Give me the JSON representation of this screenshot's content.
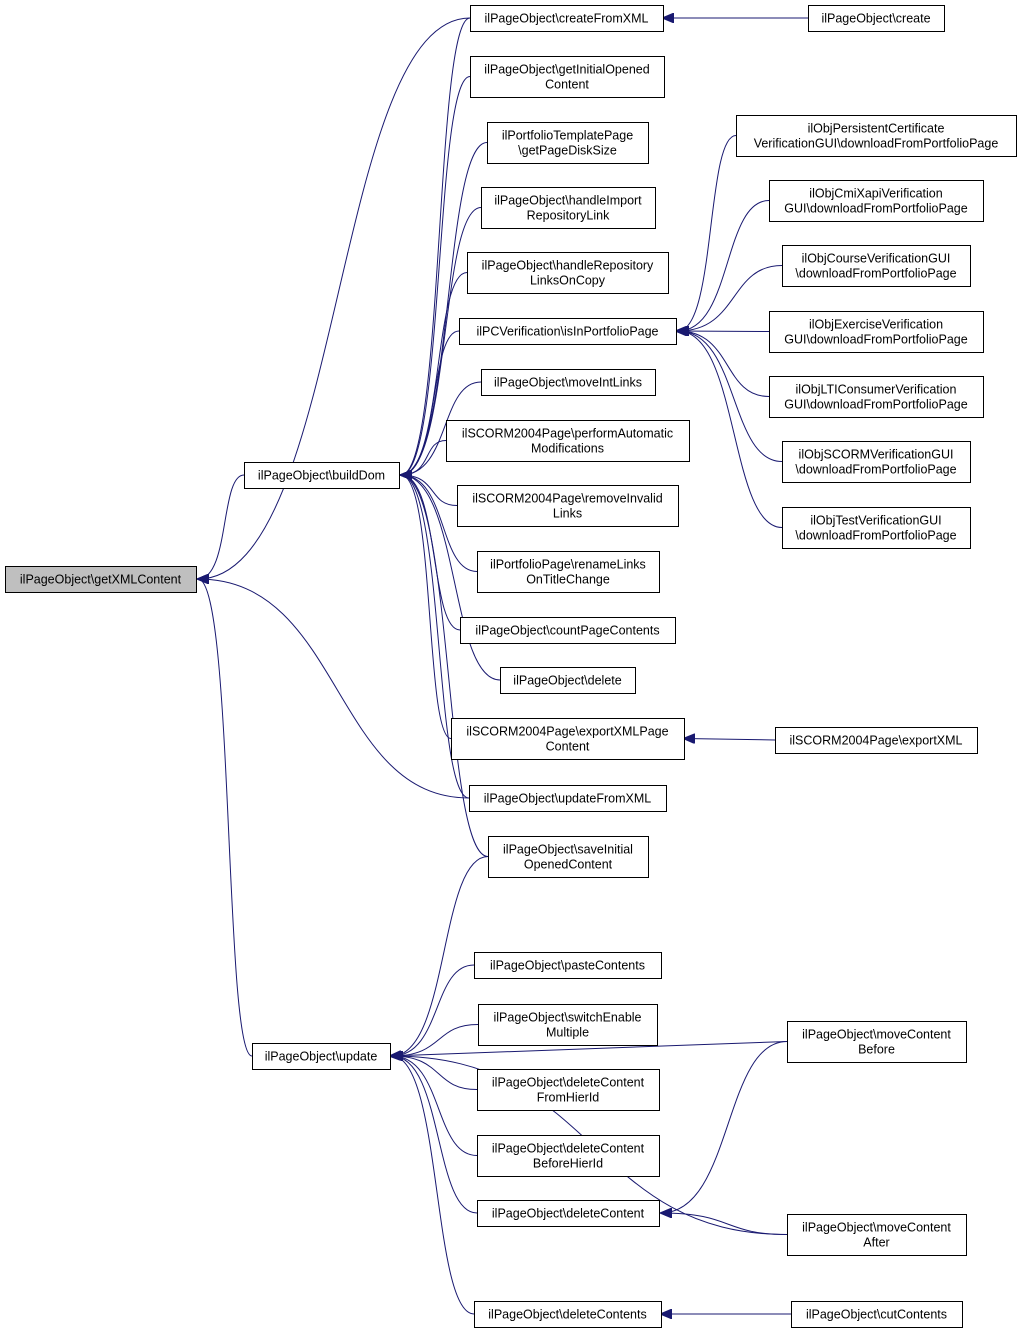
{
  "colors": {
    "edge": "#191970",
    "root_fill": "#bfbfbf",
    "node_fill": "#ffffff",
    "node_border": "#000000"
  },
  "nodes": {
    "n_getXML": [
      "ilPageObject\\getXMLContent"
    ],
    "n_buildDom": [
      "ilPageObject\\buildDom"
    ],
    "n_update": [
      "ilPageObject\\update"
    ],
    "n_createFromXML": [
      "ilPageObject\\createFromXML"
    ],
    "n_create": [
      "ilPageObject\\create"
    ],
    "n_getInitial": [
      "ilPageObject\\getInitialOpened",
      "Content"
    ],
    "n_portfolioTpl": [
      "ilPortfolioTemplatePage",
      "\\getPageDiskSize"
    ],
    "n_handleImport": [
      "ilPageObject\\handleImport",
      "RepositoryLink"
    ],
    "n_handleRepo": [
      "ilPageObject\\handleRepository",
      "LinksOnCopy"
    ],
    "n_isInPortfolio": [
      "ilPCVerification\\isInPortfolioPage"
    ],
    "n_persistentCert": [
      "ilObjPersistentCertificate",
      "VerificationGUI\\downloadFromPortfolioPage"
    ],
    "n_cmiXapi": [
      "ilObjCmiXapiVerification",
      "GUI\\downloadFromPortfolioPage"
    ],
    "n_courseVer": [
      "ilObjCourseVerificationGUI",
      "\\downloadFromPortfolioPage"
    ],
    "n_exerciseVer": [
      "ilObjExerciseVerification",
      "GUI\\downloadFromPortfolioPage"
    ],
    "n_ltiVer": [
      "ilObjLTIConsumerVerification",
      "GUI\\downloadFromPortfolioPage"
    ],
    "n_scormVer": [
      "ilObjSCORMVerificationGUI",
      "\\downloadFromPortfolioPage"
    ],
    "n_testVer": [
      "ilObjTestVerificationGUI",
      "\\downloadFromPortfolioPage"
    ],
    "n_moveIntLinks": [
      "ilPageObject\\moveIntLinks"
    ],
    "n_performAuto": [
      "ilSCORM2004Page\\performAutomatic",
      "Modifications"
    ],
    "n_removeInvalid": [
      "ilSCORM2004Page\\removeInvalid",
      "Links"
    ],
    "n_renameLinks": [
      "ilPortfolioPage\\renameLinks",
      "OnTitleChange"
    ],
    "n_countPage": [
      "ilPageObject\\countPageContents"
    ],
    "n_delete": [
      "ilPageObject\\delete"
    ],
    "n_exportXMLPage": [
      "ilSCORM2004Page\\exportXMLPage",
      "Content"
    ],
    "n_exportXML": [
      "ilSCORM2004Page\\exportXML"
    ],
    "n_updateFromXML": [
      "ilPageObject\\updateFromXML"
    ],
    "n_saveInitial": [
      "ilPageObject\\saveInitial",
      "OpenedContent"
    ],
    "n_pasteContents": [
      "ilPageObject\\pasteContents"
    ],
    "n_switchEnable": [
      "ilPageObject\\switchEnable",
      "Multiple"
    ],
    "n_delFromHier": [
      "ilPageObject\\deleteContent",
      "FromHierId"
    ],
    "n_delBeforeHier": [
      "ilPageObject\\deleteContent",
      "BeforeHierId"
    ],
    "n_deleteContent": [
      "ilPageObject\\deleteContent"
    ],
    "n_deleteContents": [
      "ilPageObject\\deleteContents"
    ],
    "n_moveBefore": [
      "ilPageObject\\moveContent",
      "Before"
    ],
    "n_moveAfter": [
      "ilPageObject\\moveContent",
      "After"
    ],
    "n_cutContents": [
      "ilPageObject\\cutContents"
    ]
  },
  "edges": [
    [
      "n_buildDom",
      "n_getXML"
    ],
    [
      "n_createFromXML",
      "n_getXML"
    ],
    [
      "n_update",
      "n_getXML"
    ],
    [
      "n_updateFromXML",
      "n_getXML"
    ],
    [
      "n_create",
      "n_createFromXML"
    ],
    [
      "n_createFromXML",
      "n_buildDom"
    ],
    [
      "n_getInitial",
      "n_buildDom"
    ],
    [
      "n_portfolioTpl",
      "n_buildDom"
    ],
    [
      "n_handleImport",
      "n_buildDom"
    ],
    [
      "n_handleRepo",
      "n_buildDom"
    ],
    [
      "n_isInPortfolio",
      "n_buildDom"
    ],
    [
      "n_moveIntLinks",
      "n_buildDom"
    ],
    [
      "n_performAuto",
      "n_buildDom"
    ],
    [
      "n_removeInvalid",
      "n_buildDom"
    ],
    [
      "n_renameLinks",
      "n_buildDom"
    ],
    [
      "n_countPage",
      "n_buildDom"
    ],
    [
      "n_delete",
      "n_buildDom"
    ],
    [
      "n_exportXMLPage",
      "n_buildDom"
    ],
    [
      "n_updateFromXML",
      "n_buildDom"
    ],
    [
      "n_saveInitial",
      "n_buildDom"
    ],
    [
      "n_persistentCert",
      "n_isInPortfolio"
    ],
    [
      "n_cmiXapi",
      "n_isInPortfolio"
    ],
    [
      "n_courseVer",
      "n_isInPortfolio"
    ],
    [
      "n_exerciseVer",
      "n_isInPortfolio"
    ],
    [
      "n_ltiVer",
      "n_isInPortfolio"
    ],
    [
      "n_scormVer",
      "n_isInPortfolio"
    ],
    [
      "n_testVer",
      "n_isInPortfolio"
    ],
    [
      "n_exportXML",
      "n_exportXMLPage"
    ],
    [
      "n_saveInitial",
      "n_update"
    ],
    [
      "n_moveBefore",
      "n_update"
    ],
    [
      "n_pasteContents",
      "n_update"
    ],
    [
      "n_switchEnable",
      "n_update"
    ],
    [
      "n_delFromHier",
      "n_update"
    ],
    [
      "n_delBeforeHier",
      "n_update"
    ],
    [
      "n_deleteContent",
      "n_update"
    ],
    [
      "n_moveAfter",
      "n_update"
    ],
    [
      "n_deleteContents",
      "n_update"
    ],
    [
      "n_moveBefore",
      "n_deleteContent"
    ],
    [
      "n_moveAfter",
      "n_deleteContent"
    ],
    [
      "n_cutContents",
      "n_deleteContents"
    ]
  ]
}
